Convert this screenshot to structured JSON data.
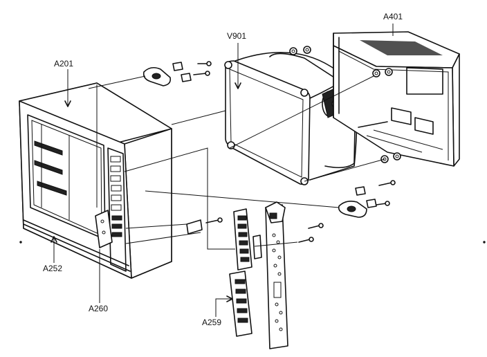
{
  "diagram": {
    "labels": {
      "a201": "A201",
      "v901": "V901",
      "a401": "A401",
      "a252": "A252",
      "a260": "A260",
      "a259": "A259"
    }
  },
  "colors": {
    "ink": "#111111",
    "background": "#ffffff"
  }
}
